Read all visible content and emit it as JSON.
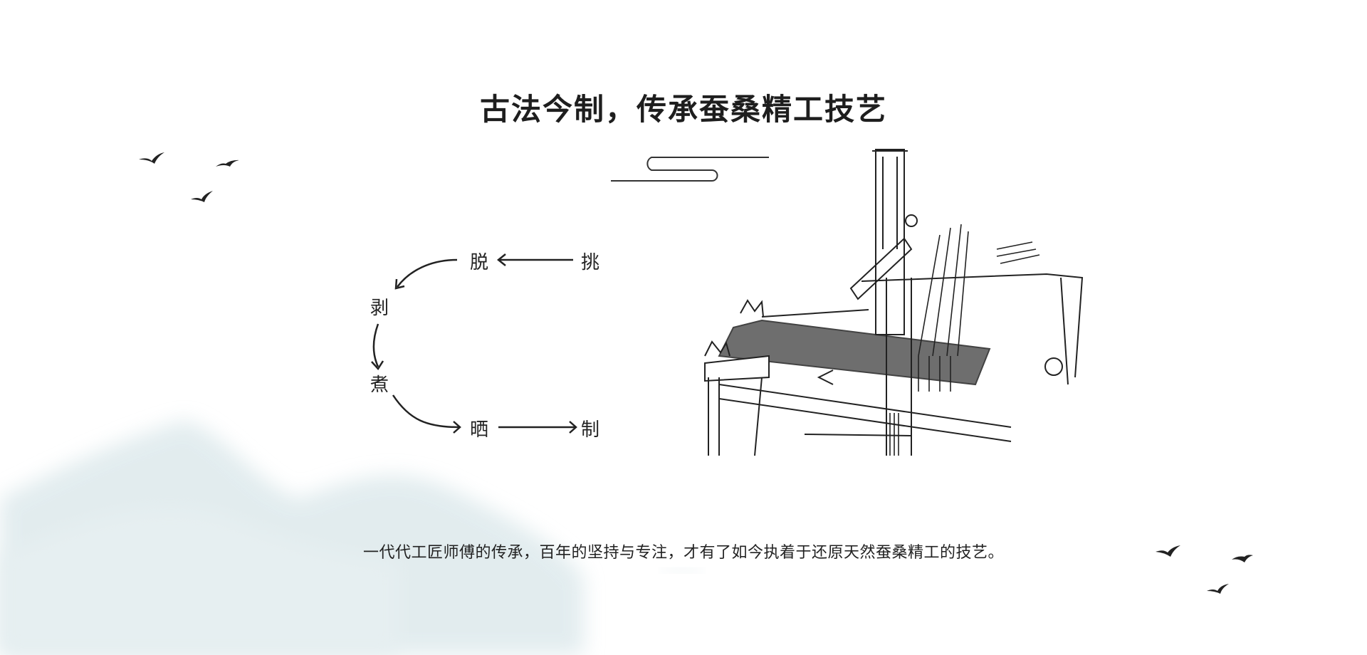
{
  "title": "古法今制，传承蚕桑精工技艺",
  "process": {
    "steps": [
      "挑",
      "脱",
      "剥",
      "煮",
      "晒",
      "制"
    ]
  },
  "description": "一代代工匠师傅的传承，百年的坚持与专注，才有了如今执着于还原天然蚕桑精工的技艺。",
  "colors": {
    "text": "#222222",
    "mountain": "#cfe0e4"
  }
}
